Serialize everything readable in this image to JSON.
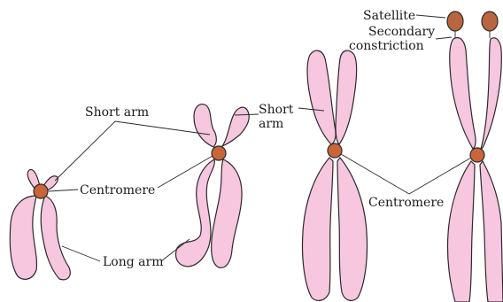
{
  "labels": {
    "satellite": "Satellite",
    "secondary_constriction_line1": "Secondary",
    "secondary_constriction_line2": "constriction",
    "short_arm_left": "Short arm",
    "short_arm_right_line1": "Short",
    "short_arm_right_line2": "arm",
    "centromere_left": "Centromere",
    "centromere_right": "Centromere",
    "long_arm": "Long arm"
  },
  "colors": {
    "arm_fill": "#f7c6df",
    "centromere": "#c9653a",
    "satellite": "#b7663f",
    "outline": "#2a2a2a"
  }
}
